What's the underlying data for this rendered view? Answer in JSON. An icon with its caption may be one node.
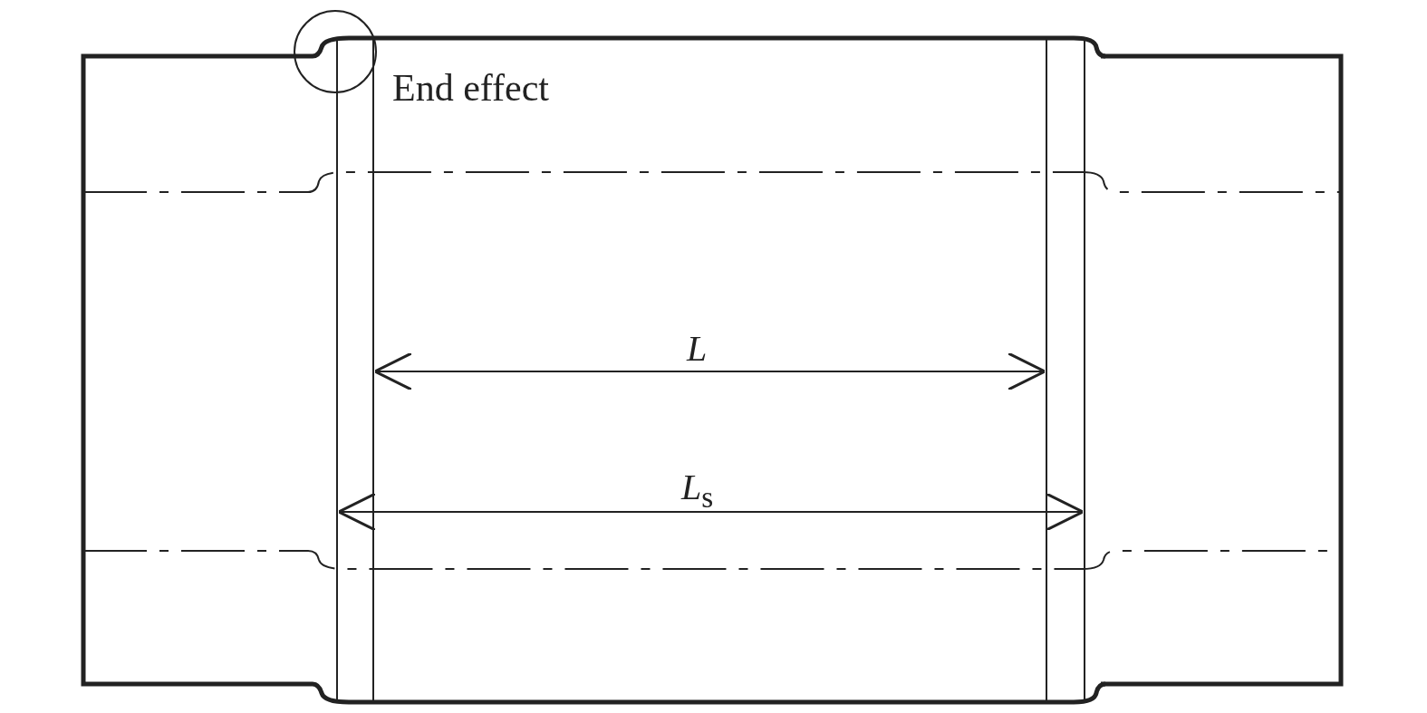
{
  "diagram": {
    "labels": [
      "End effect",
      "*L*",
      "*L*$_{s}$"
    ]
  }
}
